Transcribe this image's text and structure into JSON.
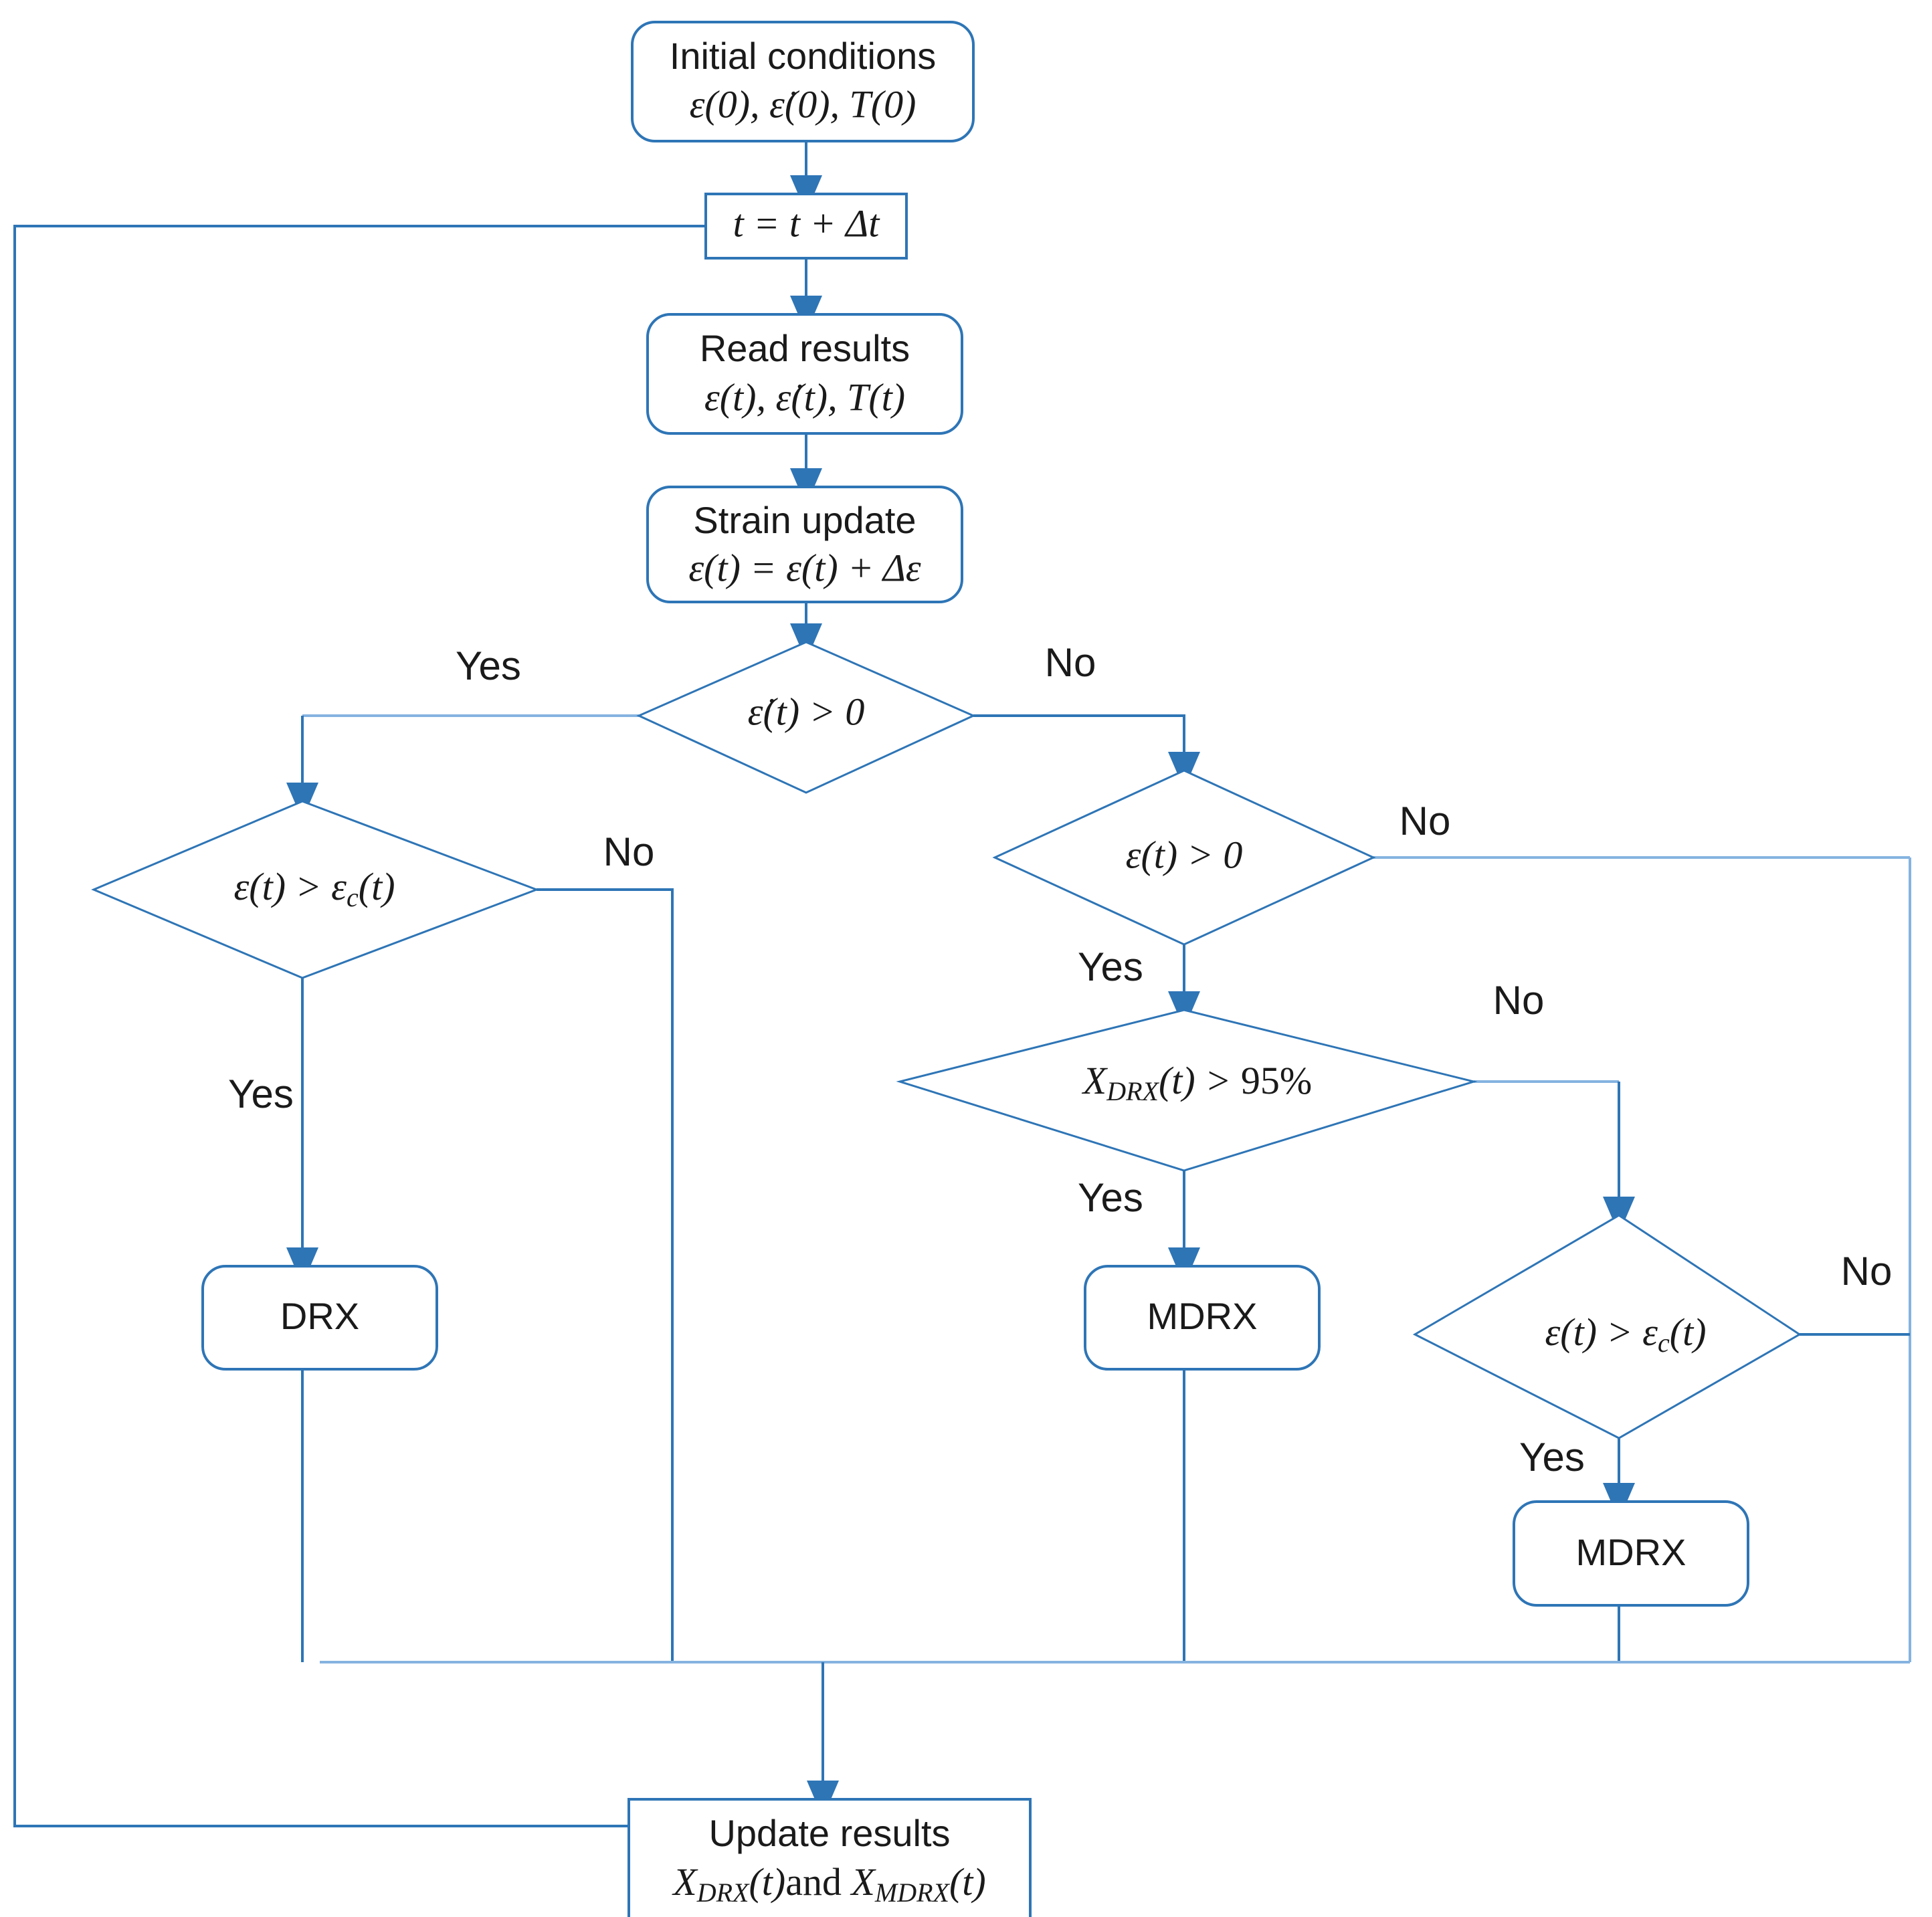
{
  "diagram": {
    "title": "DRX / MDRX simulation flowchart",
    "colors": {
      "stroke": "#2E75B6",
      "stroke_pale": "#85B3E0",
      "text": "#1a1a1a",
      "background": "#ffffff"
    },
    "nodes": {
      "initial_conditions": {
        "shape": "rounded-rectangle",
        "line1": "Initial conditions",
        "line2_math": "ε(0), ε̇(0), T(0)"
      },
      "time_step": {
        "shape": "rectangle",
        "line1_math": "t = t + Δt"
      },
      "read_results": {
        "shape": "rounded-rectangle",
        "line1": "Read results",
        "line2_math": "ε(t), ε̇(t), T(t)"
      },
      "strain_update": {
        "shape": "rounded-rectangle",
        "line1": "Strain update",
        "line2_math": "ε(t) = ε(t) + Δε"
      },
      "decision_strain_rate": {
        "shape": "diamond",
        "condition": "ε̇(t) > 0",
        "yes_label": "Yes",
        "no_label": "No"
      },
      "decision_eps_gt_epsc_left": {
        "shape": "diamond",
        "condition": "ε(t) > εc(t)",
        "yes_label": "Yes",
        "no_label": "No"
      },
      "decision_eps_gt_zero": {
        "shape": "diamond",
        "condition": "ε(t) > 0",
        "yes_label": "Yes",
        "no_label": "No"
      },
      "decision_xdrx": {
        "shape": "diamond",
        "condition": "XDRX(t) > 95%",
        "threshold": "95%",
        "yes_label": "Yes",
        "no_label": "No"
      },
      "decision_eps_gt_epsc_right": {
        "shape": "diamond",
        "condition": "ε(t) > εc(t)",
        "yes_label": "Yes",
        "no_label": "No"
      },
      "drx": {
        "shape": "rounded-rectangle",
        "label": "DRX"
      },
      "mdrx_center": {
        "shape": "rounded-rectangle",
        "label": "MDRX"
      },
      "mdrx_right": {
        "shape": "rounded-rectangle",
        "label": "MDRX"
      },
      "update_results": {
        "shape": "rectangle",
        "line1": "Update results",
        "line2_math": "XDRX(t)and XMDRX(t)"
      }
    },
    "branch_labels": {
      "strain_rate_yes": "Yes",
      "strain_rate_no": "No",
      "epsc_left_no": "No",
      "epsc_left_yes": "Yes",
      "eps_zero_no": "No",
      "eps_zero_yes": "Yes",
      "xdrx_no": "No",
      "xdrx_yes": "Yes",
      "epsc_right_no": "No",
      "epsc_right_yes": "Yes"
    },
    "symbols": {
      "epsilon": "ε",
      "epsilon_dot": "ε̇",
      "delta": "Δ",
      "temperature": "T",
      "time": "t",
      "fraction": "X",
      "subscript_c": "c",
      "subscript_drx": "DRX",
      "subscript_mdrx": "MDRX"
    }
  }
}
